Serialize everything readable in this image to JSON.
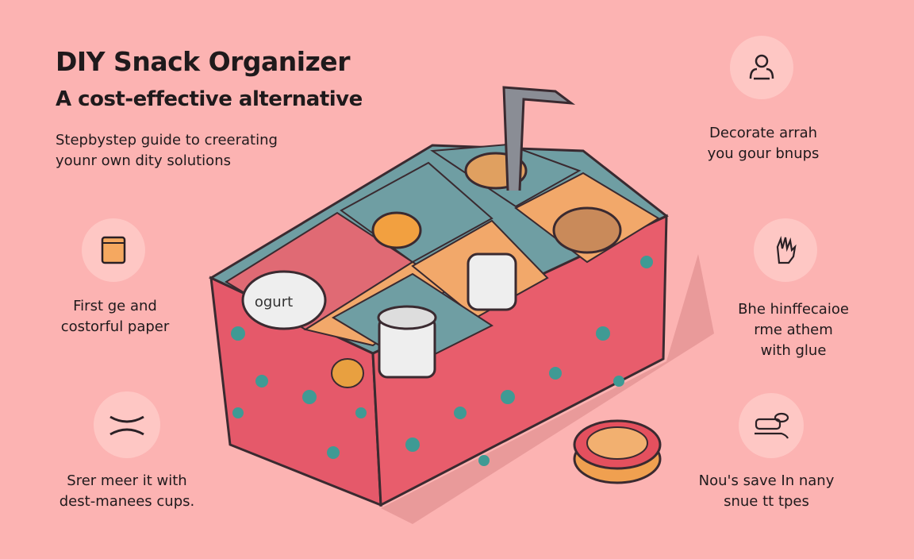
{
  "header": {
    "title": "DIY Snack Organizer",
    "subtitle": "A cost-effective alternative",
    "intro_lines": [
      "Stepbystep guide to creerating",
      "younr own dity solutions"
    ]
  },
  "steps_left": [
    {
      "icon": "paper-bag-icon",
      "lines": [
        "First ge and",
        "costorful paper"
      ]
    },
    {
      "icon": "curved-lines-icon",
      "lines": [
        "Srer meer it with",
        "dest-manees cups."
      ]
    }
  ],
  "steps_right": [
    {
      "icon": "person-decorate-icon",
      "lines": [
        "Decorate arrah",
        "you gour bnups"
      ]
    },
    {
      "icon": "hand-glue-icon",
      "lines": [
        "Bhe hinffecaioe",
        "rme athem",
        "with glue"
      ]
    },
    {
      "icon": "stapler-icon",
      "lines": [
        "Nou's save In nany",
        "snue tt tpes"
      ]
    }
  ],
  "illustration": {
    "cup_label": "ogurt"
  },
  "colors": {
    "background": "#fcb3b2",
    "box_front": "#e5596a",
    "box_inner": "#6f9ea3",
    "compartment": "#f2a86a",
    "pattern": "#3f9a94"
  }
}
